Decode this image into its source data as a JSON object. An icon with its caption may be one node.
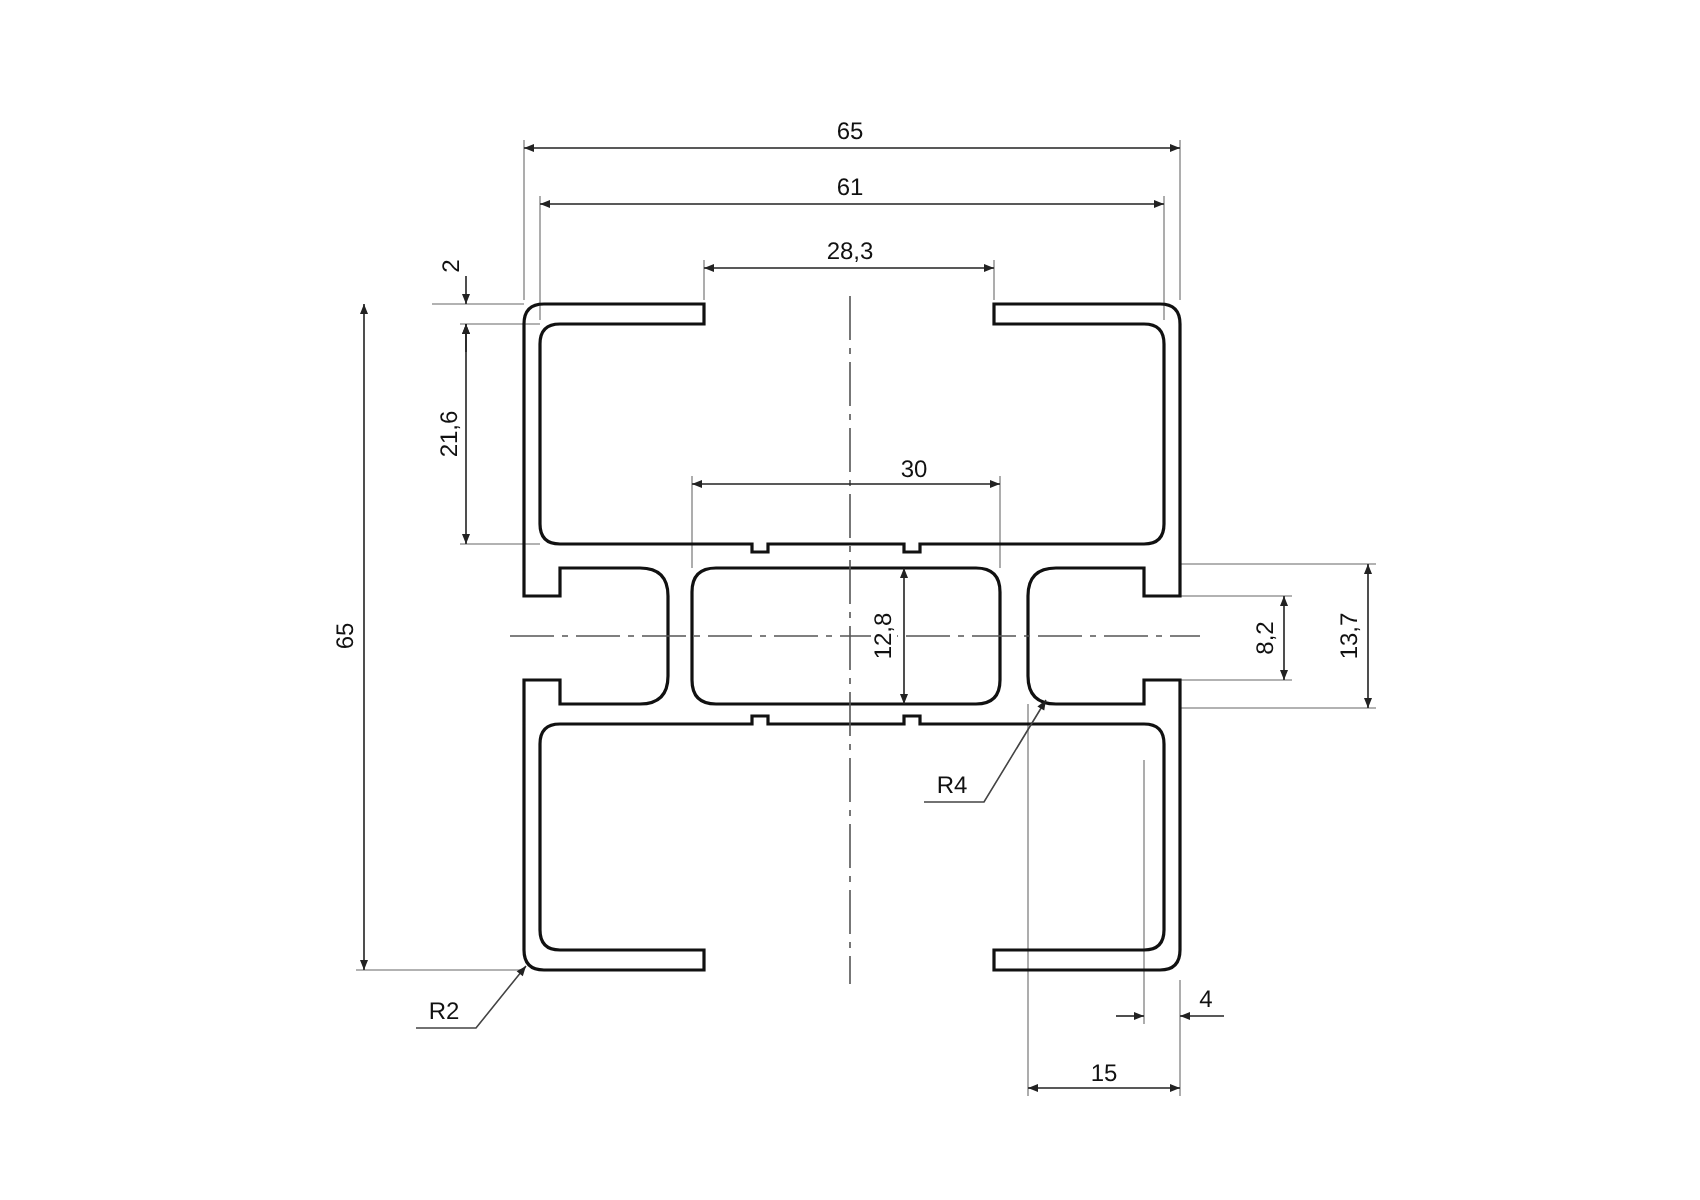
{
  "diagram": {
    "nodes": [
      {
        "text": [
          "R4"
        ]
      },
      {
        "text": [
          "R2"
        ]
      }
    ],
    "edges": [
      {
        "from": 0,
        "to": null,
        "arrow": "to"
      },
      {
        "from": 1,
        "to": null,
        "arrow": "to"
      }
    ],
    "labels": [
      "65",
      "61",
      "28,3",
      "2",
      "21,6",
      "30",
      "65",
      "12,8",
      "8,2",
      "13,7",
      "4",
      "15"
    ]
  }
}
